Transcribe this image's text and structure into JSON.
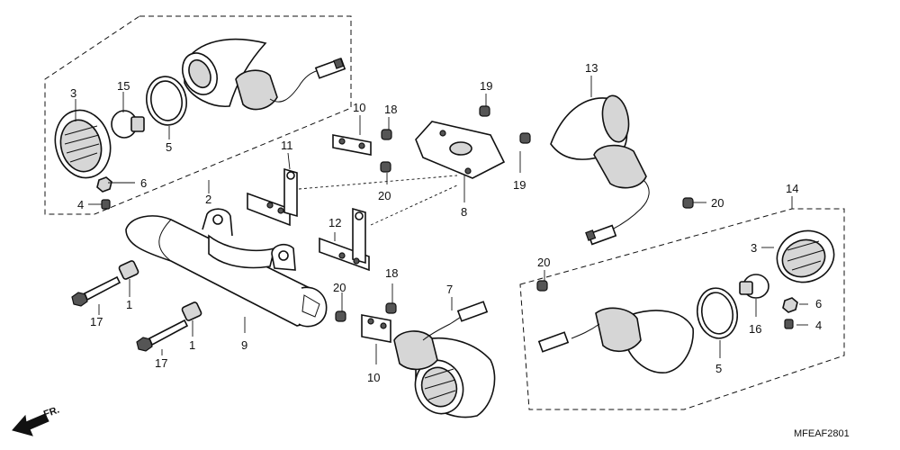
{
  "diagram": {
    "drawing_code": "MFEAF2801",
    "direction_label": "FR.",
    "callouts": {
      "c1a": "1",
      "c1b": "1",
      "c2": "2",
      "c3a": "3",
      "c3b": "3",
      "c4a": "4",
      "c4b": "4",
      "c5a": "5",
      "c5b": "5",
      "c6a": "6",
      "c6b": "6",
      "c7": "7",
      "c8": "8",
      "c9": "9",
      "c10a": "10",
      "c10b": "10",
      "c11": "11",
      "c12": "12",
      "c13": "13",
      "c14": "14",
      "c15": "15",
      "c16": "16",
      "c17a": "17",
      "c17b": "17",
      "c18a": "18",
      "c18b": "18",
      "c19a": "19",
      "c19b": "19",
      "c20a": "20",
      "c20b": "20",
      "c20c": "20",
      "c20d": "20"
    }
  }
}
